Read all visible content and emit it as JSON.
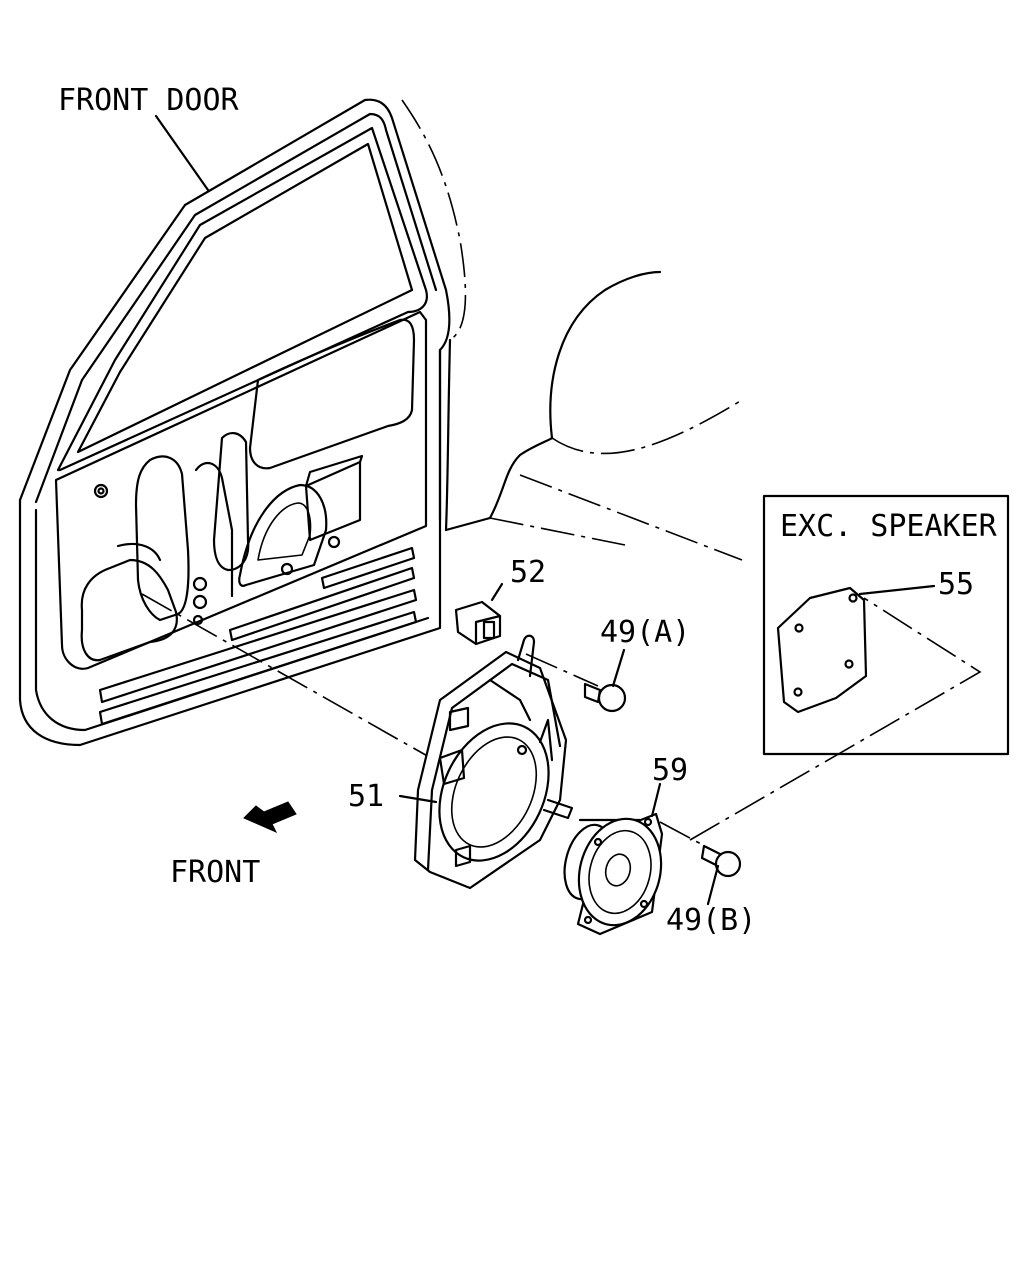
{
  "labels": {
    "front_door": "FRONT DOOR",
    "exc_speaker": "EXC. SPEAKER",
    "part_55": "55",
    "part_52": "52",
    "part_49a": "49(A)",
    "part_51": "51",
    "part_59": "59",
    "part_49b": "49(B)",
    "front": "FRONT"
  }
}
